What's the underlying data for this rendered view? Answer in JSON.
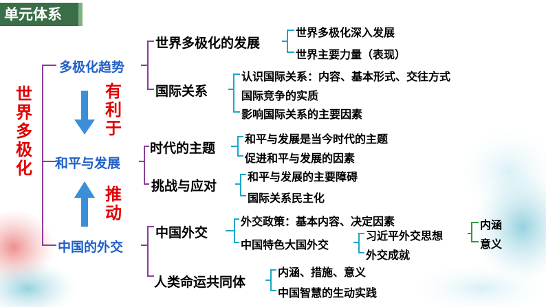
{
  "title": "单元体系",
  "root": "世界多极化",
  "level1": [
    "多极化趋势",
    "和平与发展",
    "中国的外交"
  ],
  "connectors": [
    "有利于",
    "推动"
  ],
  "level2": [
    "世界多极化的发展",
    "国际关系",
    "时代的主题",
    "挑战与应对",
    "中国外交",
    "人类命运共同体"
  ],
  "level3": [
    "世界多极化深入发展",
    "世界主要力量（表现）",
    "认识国际关系：内容、基本形式、交往方式",
    "国际竞争的实质",
    "影响国际关系的主要因素",
    "和平与发展是当今时代的主题",
    "促进和平与发展的因素",
    "和平与发展的主要障碍",
    "国际关系民主化",
    "外交政策：基本内容、决定因素",
    "中国特色大国外交",
    "内涵、措施、意义",
    "中国智慧的生动实践"
  ],
  "level4": [
    "习近平外交思想",
    "外交成就"
  ],
  "level5": [
    "内涵",
    "意义"
  ],
  "colors": {
    "blue": "#1f5fc6",
    "red": "#e10000",
    "green": "#2e9a3c",
    "cyan": "#1aa7c9",
    "purple": "#8a3c9a",
    "arrow": "#3b8fd8",
    "title_bg": "#3a6e46"
  }
}
